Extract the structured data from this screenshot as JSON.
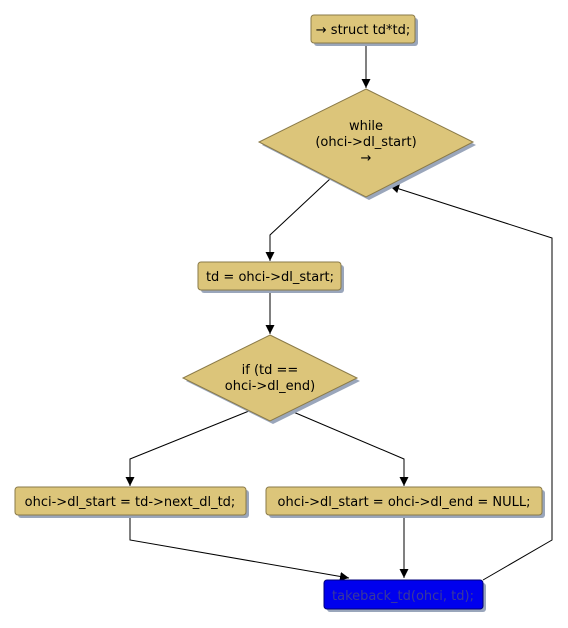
{
  "diagram": {
    "nodes": {
      "start": {
        "text": "→ struct td*td;"
      },
      "loop": {
        "line1": "while",
        "line2": "(ohci->dl_start)",
        "line3": "→"
      },
      "assign": {
        "text": "td = ohci->dl_start;"
      },
      "cond": {
        "line1": "if (td ==",
        "line2": "ohci->dl_end)"
      },
      "next": {
        "text": "ohci->dl_start = td->next_dl_td;"
      },
      "null": {
        "text": "ohci->dl_start = ohci->dl_end = NULL;"
      },
      "takeback": {
        "text": "takeback_td(ohci, td);"
      }
    },
    "colors": {
      "node_fill": "#dcc57a",
      "node_stroke": "#8a7a48",
      "shadow": "#9aa6bb",
      "end_fill": "#0000ee",
      "end_stroke": "#00007a",
      "edge": "#000000"
    }
  }
}
